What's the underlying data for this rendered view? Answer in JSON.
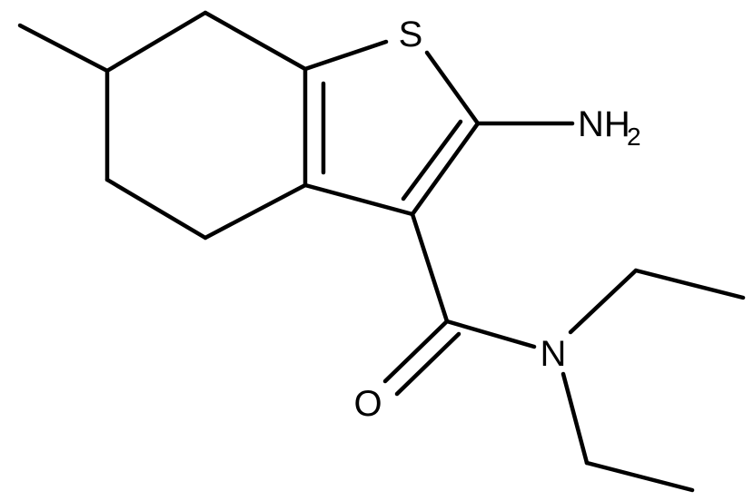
{
  "molecule": {
    "atoms": {
      "sulfur": "S",
      "amino_n": "NH",
      "amino_h_count": "2",
      "carbonyl_o": "O",
      "amide_n": "N"
    },
    "bond_color": "#000000"
  }
}
